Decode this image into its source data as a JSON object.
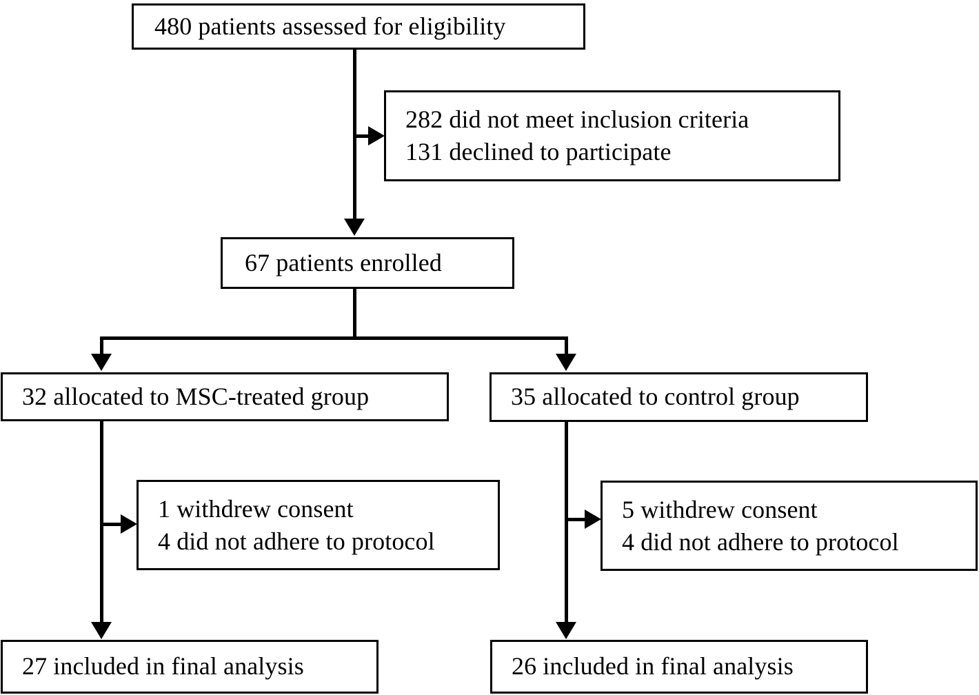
{
  "diagram": {
    "type": "consort-flow-diagram",
    "title": "",
    "stroke_color": "#000000",
    "background_color": "#ffffff",
    "nodes": {
      "assessed": {
        "lines": [
          "480 patients assessed for eligibility"
        ],
        "count": 480
      },
      "excluded_pre": {
        "lines": [
          "282 did not meet inclusion criteria",
          "131 declined to participate"
        ],
        "counts": [
          282,
          131
        ]
      },
      "enrolled": {
        "lines": [
          "67 patients enrolled"
        ],
        "count": 67
      },
      "allocated_msc": {
        "lines": [
          "32 allocated to MSC-treated group"
        ],
        "count": 32
      },
      "allocated_control": {
        "lines": [
          "35 allocated to control group"
        ],
        "count": 35
      },
      "excluded_msc": {
        "lines": [
          "1 withdrew consent",
          "4 did not adhere to protocol"
        ],
        "counts": [
          1,
          4
        ]
      },
      "excluded_control": {
        "lines": [
          "5 withdrew consent",
          "4 did not adhere to protocol"
        ],
        "counts": [
          5,
          4
        ]
      },
      "final_msc": {
        "lines": [
          "27 included in final analysis"
        ],
        "count": 27
      },
      "final_control": {
        "lines": [
          "26 included in final analysis"
        ],
        "count": 26
      }
    }
  }
}
